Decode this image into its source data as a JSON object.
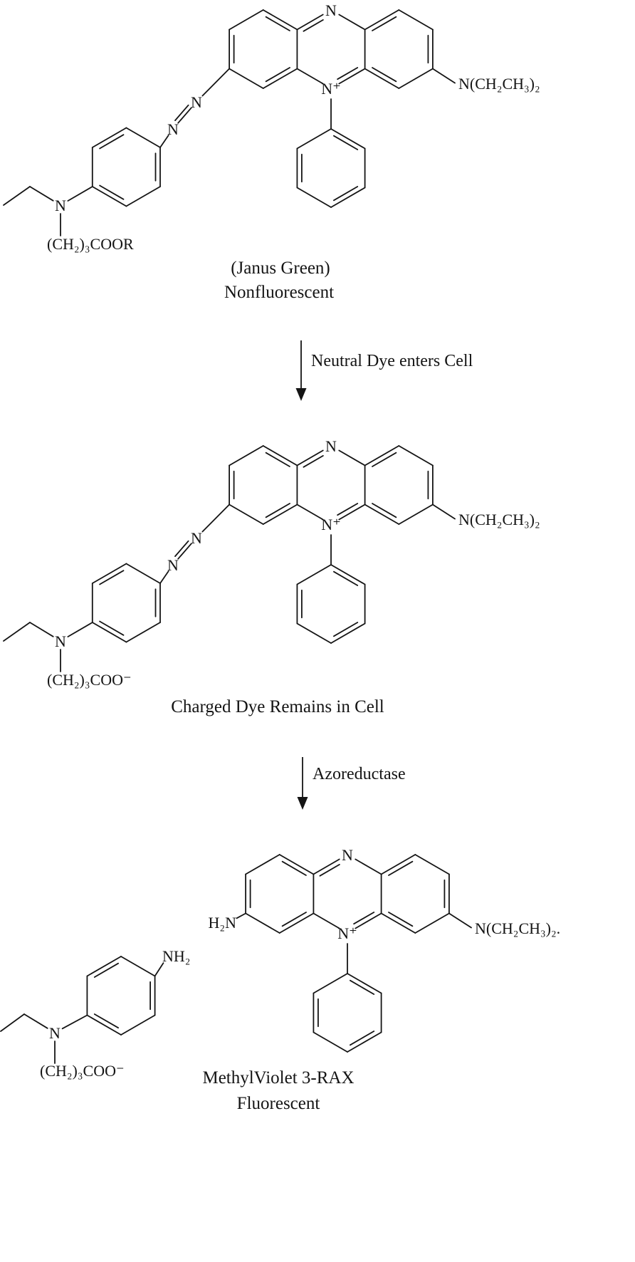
{
  "figure": {
    "janus_green": {
      "top_n": "N",
      "n_plus": "N⁺",
      "diethylamino": "N(CH₂CH₃)₂",
      "azo_n_upper": "N",
      "azo_n_lower": "N",
      "amine_n": "N",
      "chain": "(CH₂)₃COOR",
      "name": "(Janus Green)",
      "property": "Nonfluorescent"
    },
    "step1_label": "Neutral Dye enters Cell",
    "charged_dye": {
      "top_n": "N",
      "n_plus": "N⁺",
      "diethylamino": "N(CH₂CH₃)₂",
      "azo_n_upper": "N",
      "azo_n_lower": "N",
      "amine_n": "N",
      "chain": "(CH₂)₃COO⁻",
      "name": "Charged Dye Remains in Cell"
    },
    "step2_label": "Azoreductase",
    "methyl_violet": {
      "top_n": "N",
      "n_plus": "N⁺",
      "diethylamino": "N(CH₂CH₃)₂.",
      "amino": "H₂N",
      "name": "MethylViolet 3-RAX",
      "property": "Fluorescent"
    },
    "amine_fragment": {
      "amino": "NH₂",
      "amine_n": "N",
      "chain": "(CH₂)₃COO⁻"
    }
  }
}
